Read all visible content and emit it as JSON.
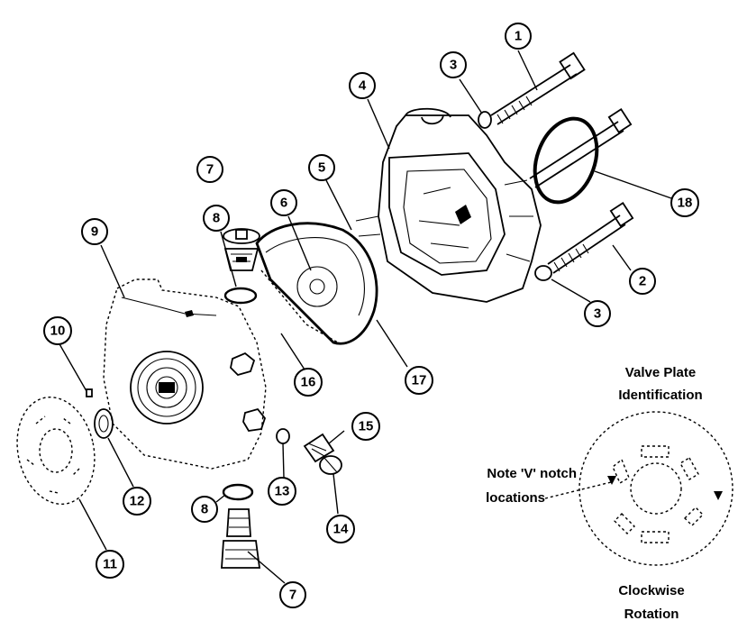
{
  "callouts": [
    "1",
    "3",
    "4",
    "7",
    "5",
    "18",
    "6",
    "9",
    "8",
    "2",
    "3",
    "10",
    "16",
    "17",
    "15",
    "13",
    "12",
    "11",
    "8",
    "14",
    "7"
  ],
  "valve_plate": {
    "title_line1": "Valve Plate",
    "title_line2": "Identification",
    "note_line1": "Note 'V' notch",
    "note_line2": "locations",
    "rotation_line1": "Clockwise",
    "rotation_line2": "Rotation"
  }
}
